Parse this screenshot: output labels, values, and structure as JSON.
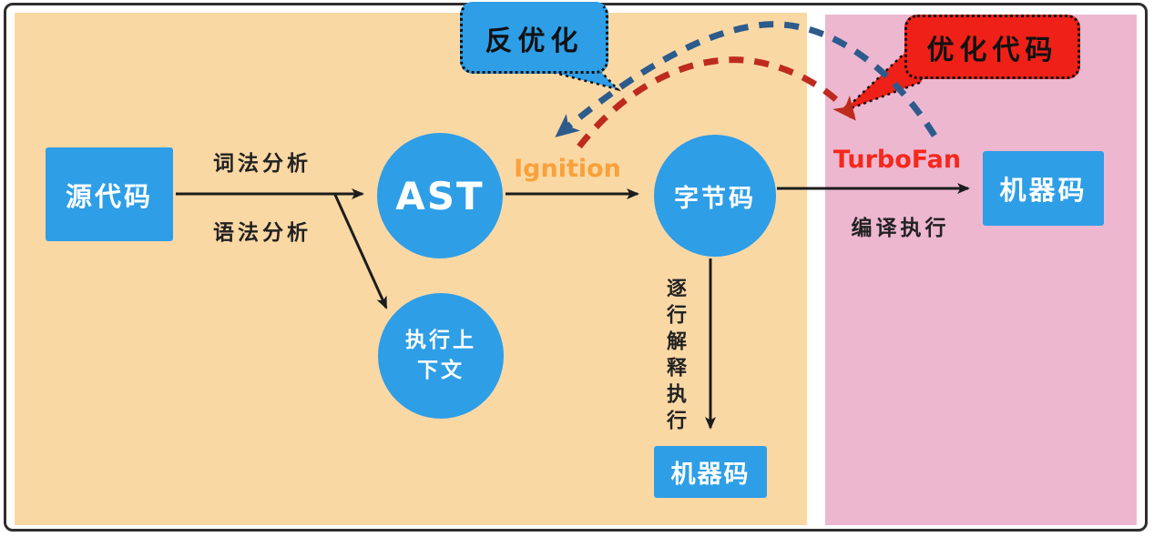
{
  "nodes": {
    "source_code": {
      "label": "源代码"
    },
    "ast": {
      "label": "AST"
    },
    "execution_context": {
      "line1": "执行上",
      "line2": "下文"
    },
    "bytecode": {
      "label": "字节码"
    },
    "machine_code_interpreted": {
      "label": "机器码"
    },
    "machine_code_compiled": {
      "label": "机器码"
    }
  },
  "edge_labels": {
    "lexical_analysis": "词法分析",
    "syntax_analysis": "语法分析",
    "interpret_execute": "逐行解释执行",
    "compile_execute": "编译执行"
  },
  "engines": {
    "ignition": "Ignition",
    "turbofan": "TurboFan"
  },
  "callouts": {
    "deoptimize": "反优化",
    "optimize_code": "优化代码"
  },
  "colors": {
    "node_blue": "#2e9ee7",
    "panel_orange": "#fad8a4",
    "panel_pink": "#edb7d0",
    "callout_red": "#ee2018",
    "dash_blue": "#2c5b8c",
    "dash_red": "#be2a1e",
    "ignition_orange": "#f9a13a",
    "turbofan_red": "#f5281c",
    "arrow_black": "#1c1c1c",
    "frame_border": "#2e2e2e"
  }
}
